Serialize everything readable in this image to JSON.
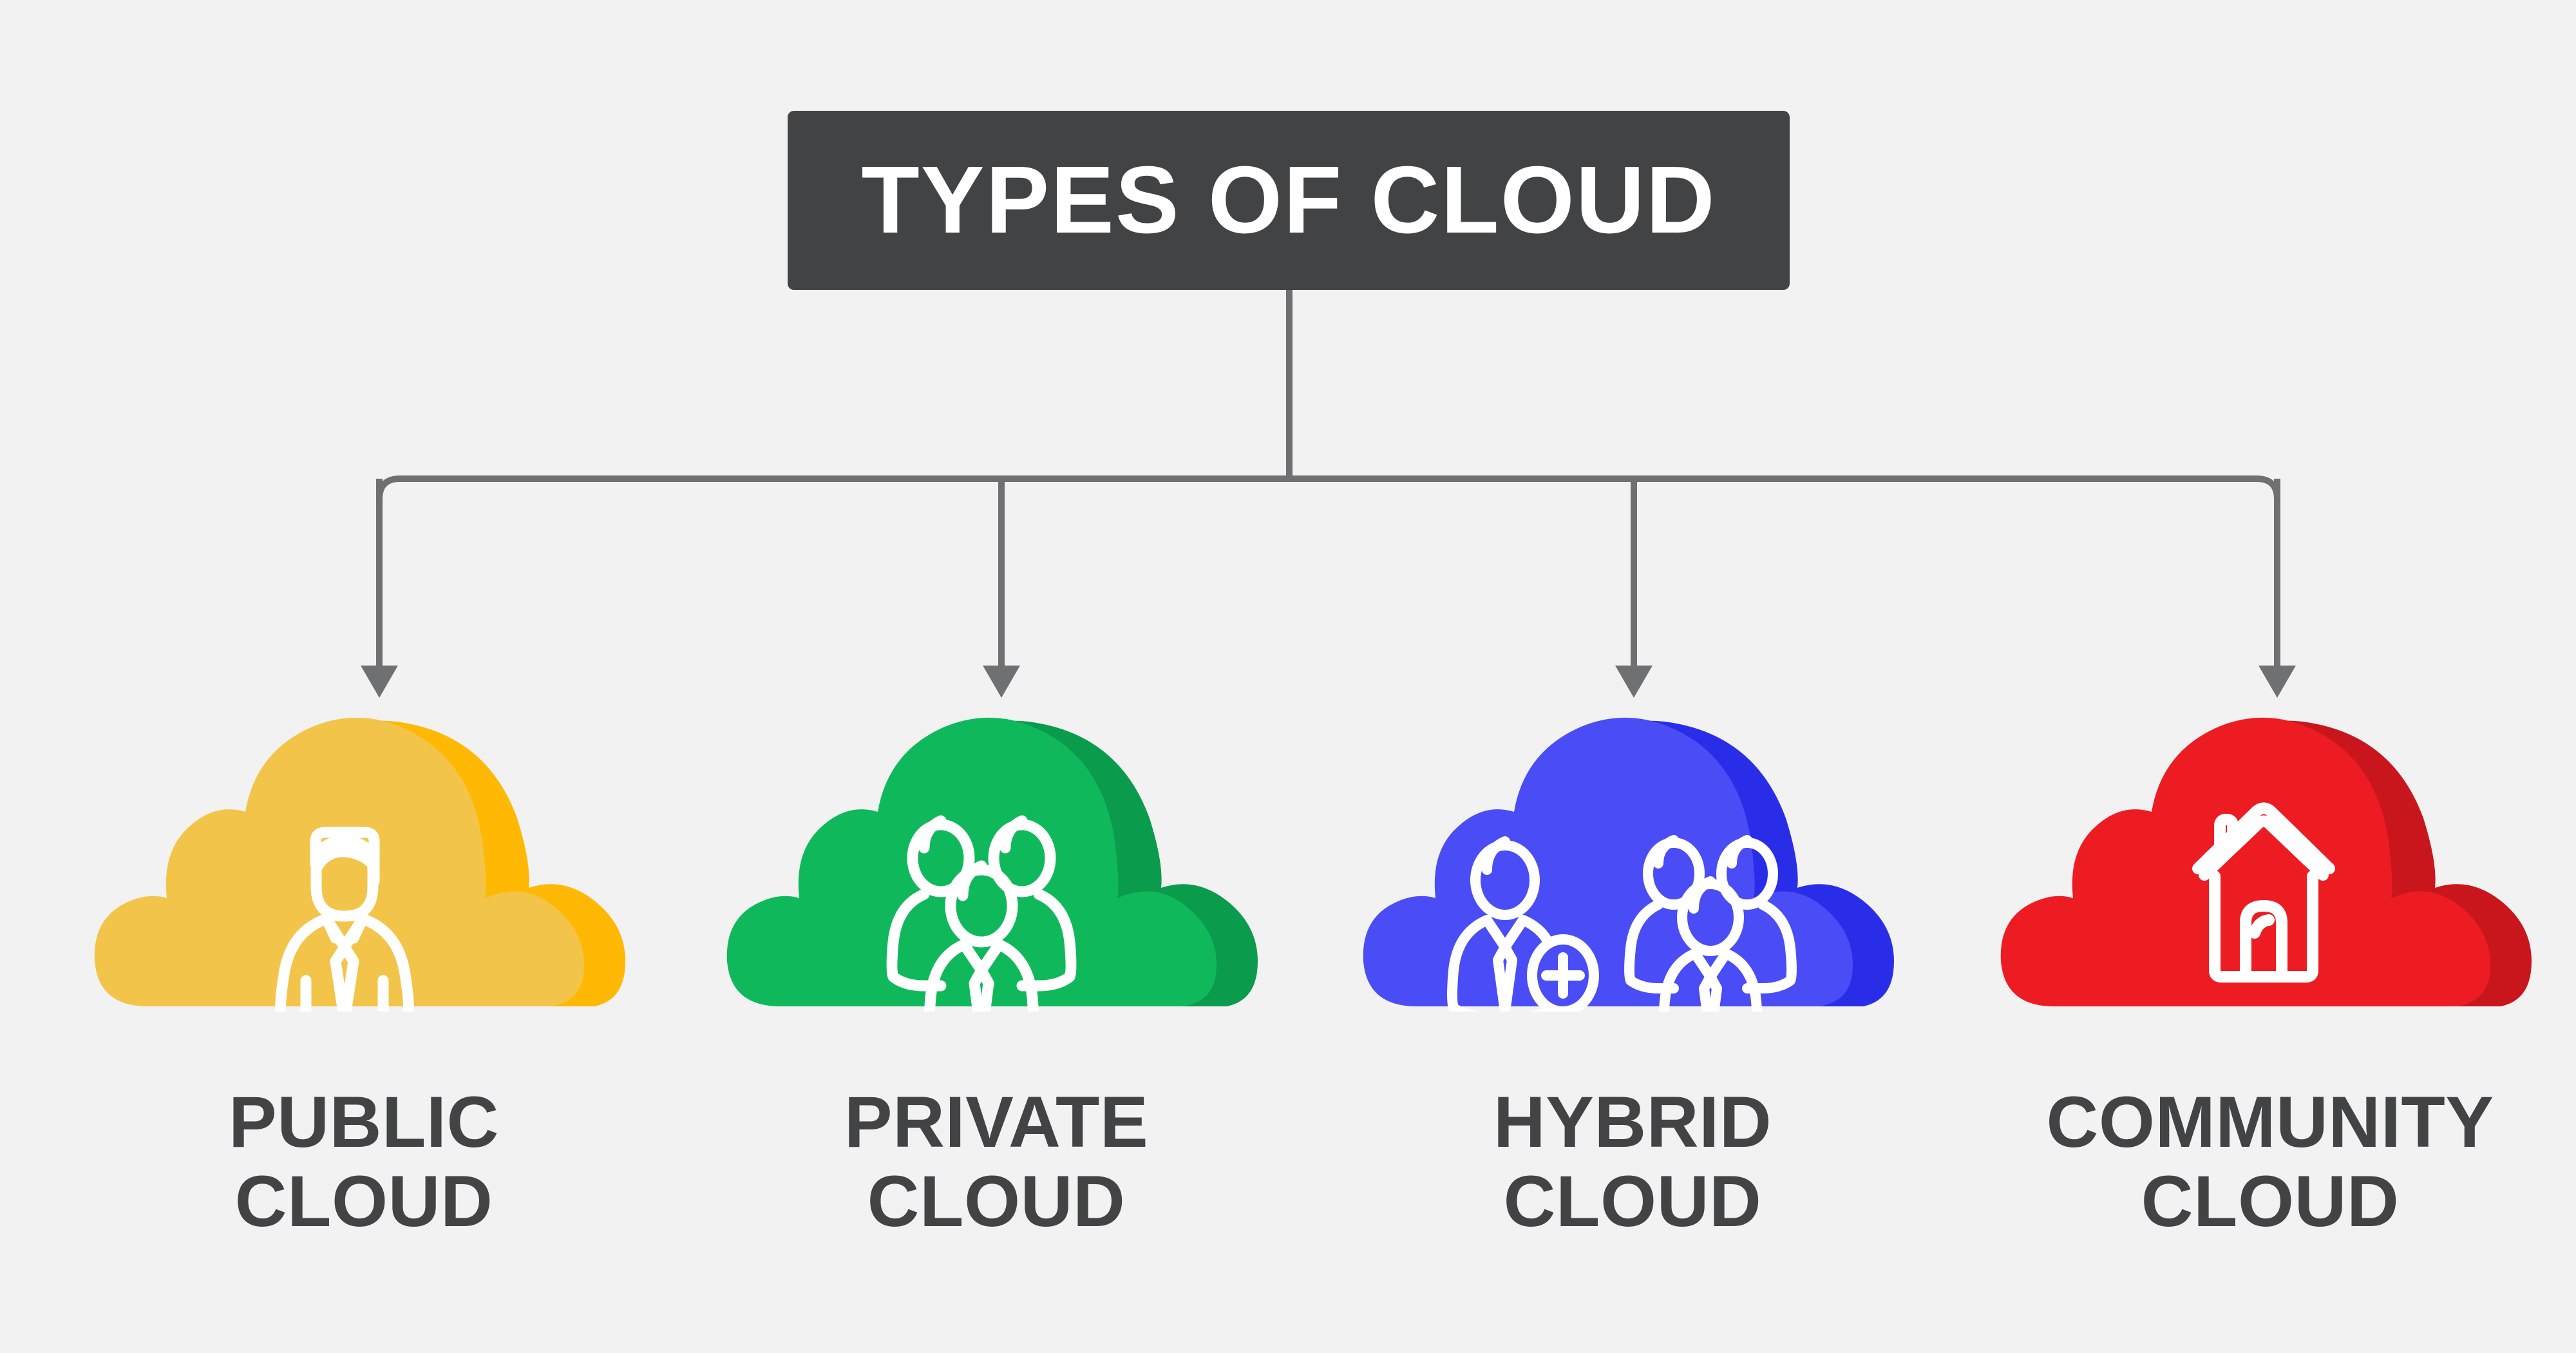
{
  "page": {
    "background_color": "#F2F2F2",
    "title": "TYPES OF CLOUD",
    "title_box_color": "#414345",
    "title_text_color": "#FFFFFF",
    "label_text_color": "#414345",
    "connector_color": "#6E7072"
  },
  "diagram": {
    "type": "hierarchy",
    "root_label": "TYPES OF CLOUD",
    "branch_count": 4,
    "nodes": [
      {
        "id": "public-cloud",
        "label_line1": "PUBLIC",
        "label_line2": "CLOUD",
        "label_full": "PUBLIC CLOUD",
        "icon": "businessman-icon",
        "color": "#F3C44A",
        "shadow_color": "#FFB803"
      },
      {
        "id": "private-cloud",
        "label_line1": "PRIVATE",
        "label_line2": "CLOUD",
        "label_full": "PRIVATE CLOUD",
        "icon": "user-group-icon",
        "color": "#0FB95B",
        "shadow_color": "#0B9B4C"
      },
      {
        "id": "hybrid-cloud",
        "label_line1": "HYBRID",
        "label_line2": "CLOUD",
        "label_full": "HYBRID CLOUD",
        "icon": "add-user-and-group-icon",
        "color": "#4A4DF5",
        "shadow_color": "#2A2DE8"
      },
      {
        "id": "community-cloud",
        "label_line1": "COMMUNITY",
        "label_line2": "CLOUD",
        "label_full": "COMMUNITY CLOUD",
        "icon": "house-home-icon",
        "color": "#ED1C22",
        "shadow_color": "#C8161C"
      }
    ]
  }
}
